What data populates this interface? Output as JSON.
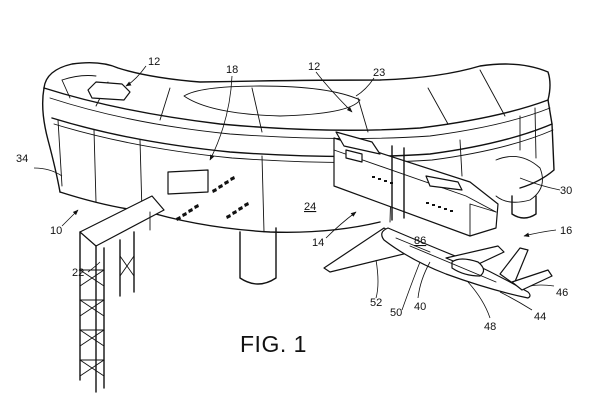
{
  "figure": {
    "caption": "FIG. 1"
  },
  "reference_numerals": {
    "r12_left": "12",
    "r18": "18",
    "r12_right": "12",
    "r23": "23",
    "r34": "34",
    "r30": "30",
    "r24": "24",
    "r16": "16",
    "r10": "10",
    "r14": "14",
    "r86": "86",
    "r22": "22",
    "r52": "52",
    "r50": "50",
    "r40": "40",
    "r46": "46",
    "r48": "48",
    "r44": "44"
  }
}
